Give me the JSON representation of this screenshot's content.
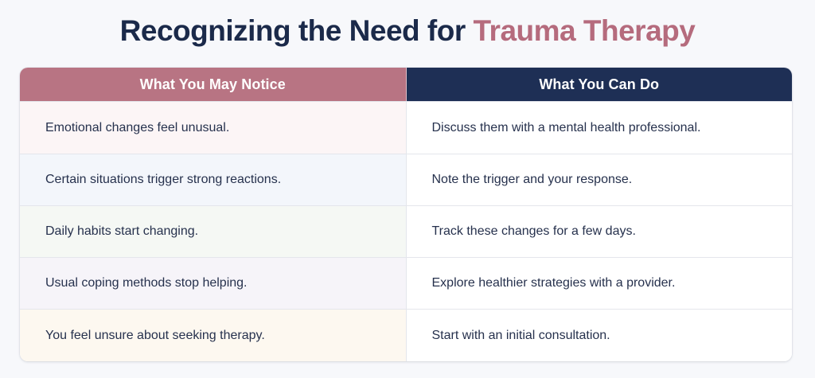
{
  "title": {
    "main": "Recognizing the Need for ",
    "accent": "Trauma Therapy"
  },
  "colors": {
    "title": "#1b2a4a",
    "accent": "#b56b7d",
    "header_left": "#b87483",
    "header_right": "#1e2f55"
  },
  "table": {
    "headers": {
      "left": "What You May Notice",
      "right": "What You Can Do"
    },
    "rows": [
      {
        "notice": "Emotional changes feel unusual.",
        "action": "Discuss them with a mental health professional."
      },
      {
        "notice": "Certain situations trigger strong reactions.",
        "action": "Note the trigger and your response."
      },
      {
        "notice": "Daily habits start changing.",
        "action": "Track these changes for a few days."
      },
      {
        "notice": "Usual coping methods stop helping.",
        "action": "Explore healthier strategies with a provider."
      },
      {
        "notice": "You feel unsure about seeking therapy.",
        "action": "Start with an initial consultation."
      }
    ]
  }
}
